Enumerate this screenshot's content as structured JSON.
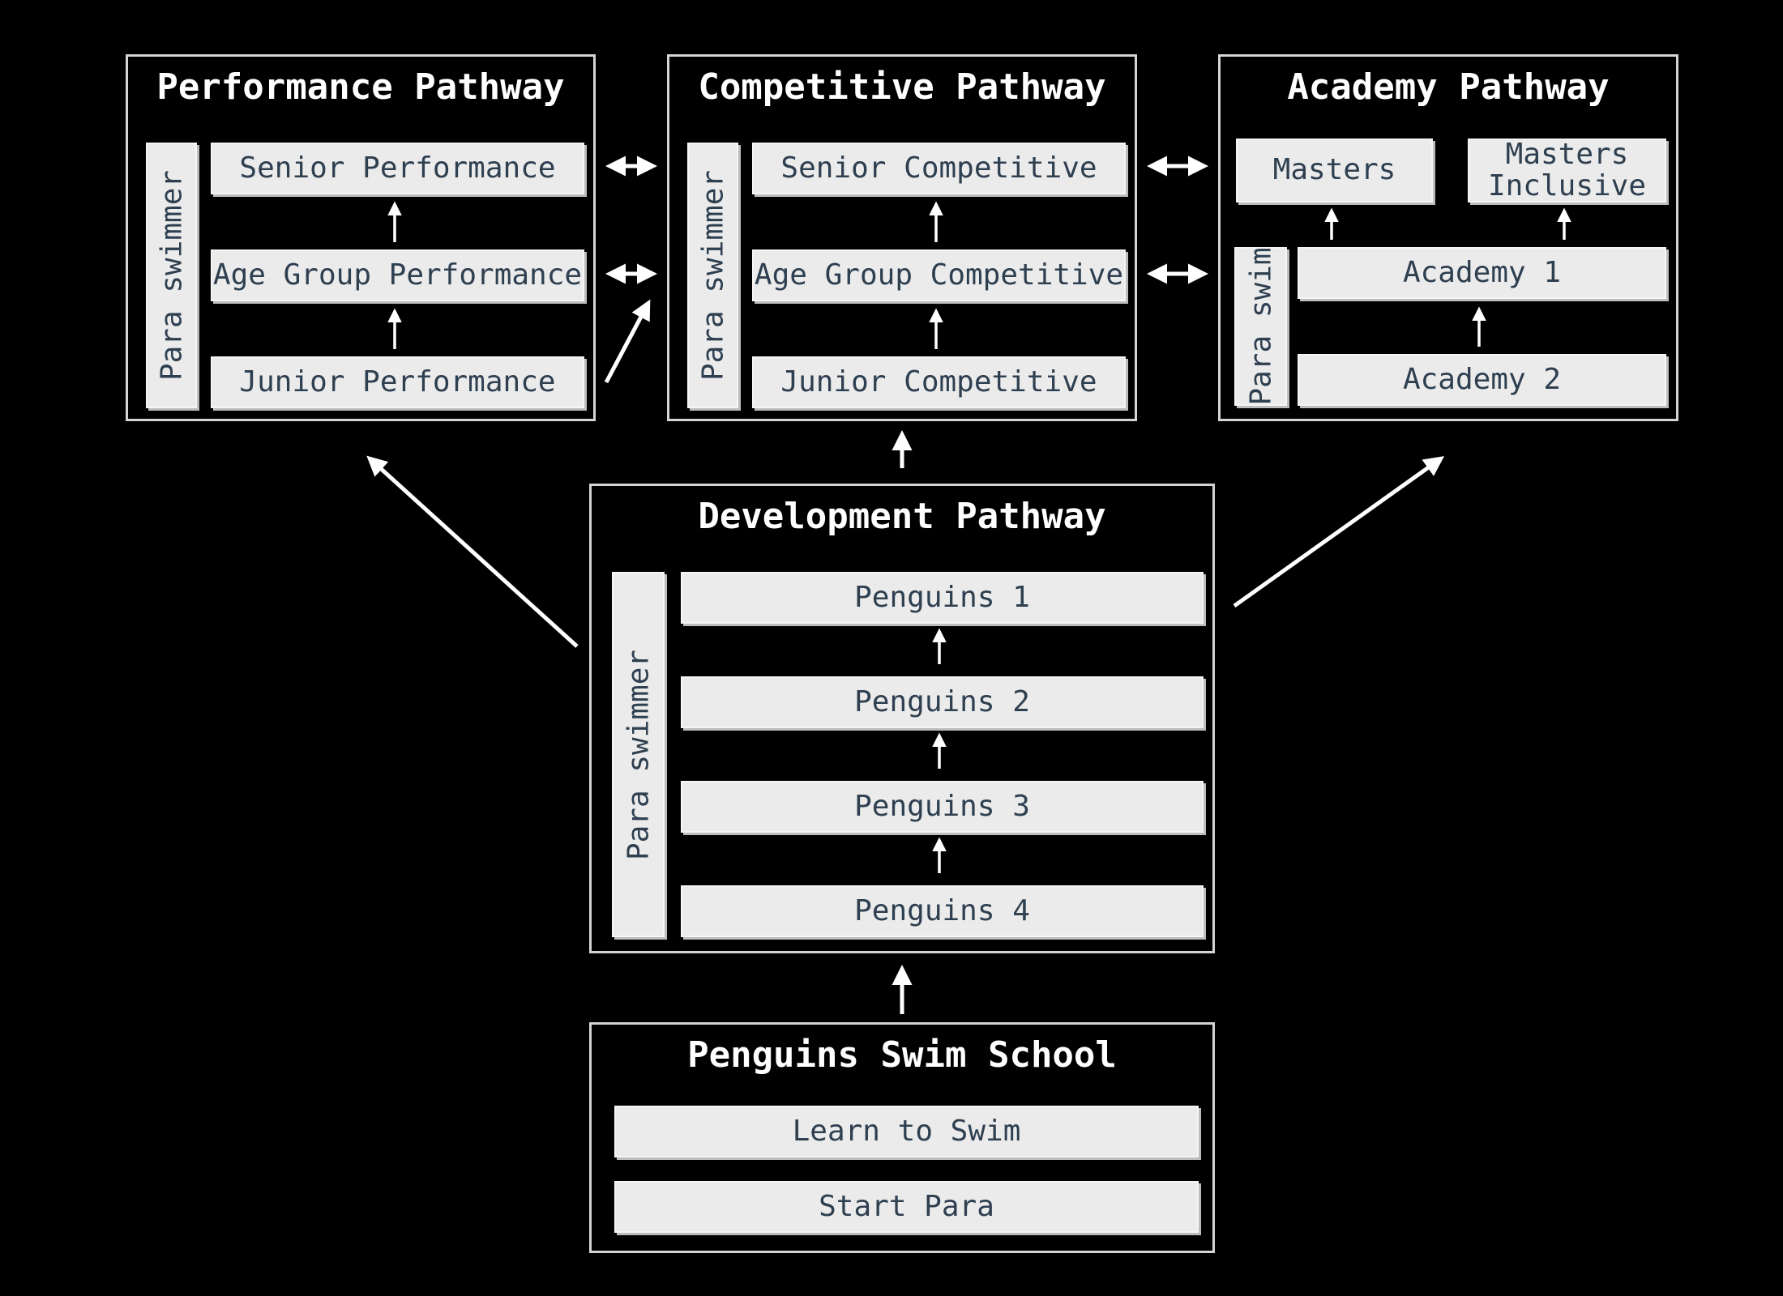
{
  "colors": {
    "background": "#000000",
    "box_border": "#d4d4d4",
    "item_fill": "#ebebeb",
    "item_text": "#2e3f50",
    "title_text": "#ffffff",
    "arrow": "#ffffff"
  },
  "pathways": {
    "performance": {
      "title": "Performance Pathway",
      "para_label": "Para swimmer",
      "stages": [
        "Senior Performance",
        "Age Group Performance",
        "Junior Performance"
      ]
    },
    "competitive": {
      "title": "Competitive Pathway",
      "para_label": "Para swimmer",
      "stages": [
        "Senior Competitive",
        "Age Group Competitive",
        "Junior Competitive"
      ]
    },
    "academy": {
      "title": "Academy Pathway",
      "para_label": "Para swim",
      "masters": "Masters",
      "masters_inclusive": "Masters Inclusive",
      "stages": [
        "Academy 1",
        "Academy 2"
      ]
    },
    "development": {
      "title": "Development Pathway",
      "para_label": "Para swimmer",
      "stages": [
        "Penguins 1",
        "Penguins 2",
        "Penguins 3",
        "Penguins 4"
      ]
    },
    "school": {
      "title": "Penguins Swim School",
      "stages": [
        "Learn to Swim",
        "Start Para"
      ]
    }
  }
}
